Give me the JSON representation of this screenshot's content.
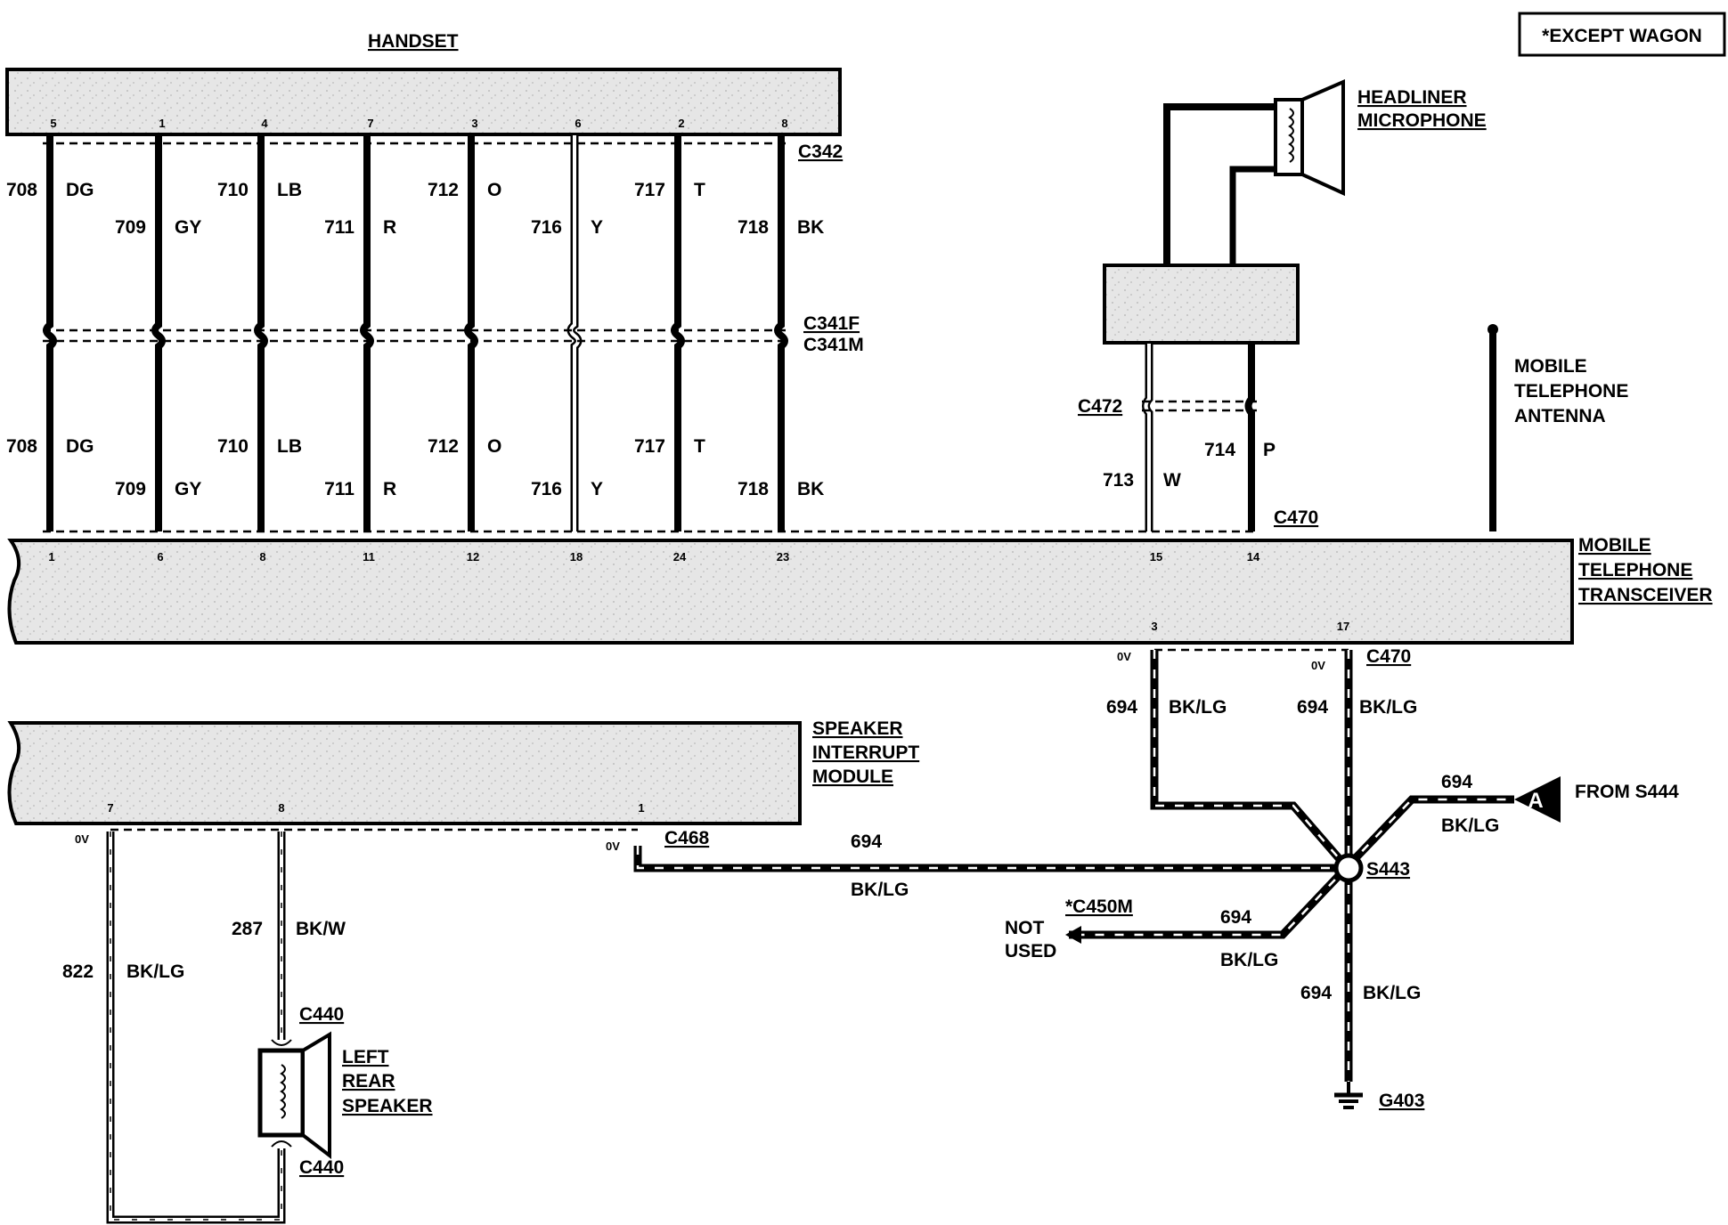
{
  "note": "*EXCEPT WAGON",
  "handset": {
    "title": "HANDSET",
    "pins": [
      "5",
      "1",
      "4",
      "7",
      "3",
      "6",
      "2",
      "8"
    ],
    "connector_top": "C342",
    "connector_f": "C341F",
    "connector_m": "C341M"
  },
  "wires": [
    {
      "circuit": "708",
      "color": "DG"
    },
    {
      "circuit": "709",
      "color": "GY"
    },
    {
      "circuit": "710",
      "color": "LB"
    },
    {
      "circuit": "711",
      "color": "R"
    },
    {
      "circuit": "712",
      "color": "O"
    },
    {
      "circuit": "716",
      "color": "Y"
    },
    {
      "circuit": "717",
      "color": "T"
    },
    {
      "circuit": "718",
      "color": "BK"
    }
  ],
  "transceiver": {
    "title_lines": [
      "MOBILE",
      "TELEPHONE",
      "TRANSCEIVER"
    ],
    "pins_top": [
      "1",
      "6",
      "8",
      "11",
      "12",
      "18",
      "24",
      "23",
      "15",
      "14"
    ],
    "pins_bottom": [
      "3",
      "17"
    ]
  },
  "microphone": {
    "title_lines": [
      "HEADLINER",
      "MICROPHONE"
    ],
    "wire_w": {
      "circuit": "713",
      "color": "W"
    },
    "wire_p": {
      "circuit": "714",
      "color": "P"
    },
    "connector_a": "C472",
    "connector_b": "C470"
  },
  "antenna": {
    "title_lines": [
      "MOBILE",
      "TELEPHONE",
      "ANTENNA"
    ]
  },
  "speaker_module": {
    "title_lines": [
      "SPEAKER",
      "INTERRUPT",
      "MODULE"
    ],
    "pins": [
      "7",
      "8",
      "1"
    ],
    "connector": "C468"
  },
  "left_speaker": {
    "title_lines": [
      "LEFT",
      "REAR",
      "SPEAKER"
    ],
    "connector_top": "C440",
    "connector_bottom": "C440"
  },
  "ground_wires": {
    "voltage": "0V",
    "circuit": "694",
    "color": "BK/LG",
    "speaker_return": {
      "circuit": "822",
      "color": "BK/LG"
    },
    "speaker_feed": {
      "circuit": "287",
      "color": "BK/W"
    },
    "connector_c470": "C470",
    "splice": "S443",
    "from_label": "FROM S444",
    "from_marker": "A",
    "c450m": "*C450M",
    "not_used_lines": [
      "NOT",
      "USED"
    ],
    "ground": "G403"
  },
  "colors": {
    "ink": "#000000",
    "fill": "#e9e9e9",
    "background": "#ffffff"
  }
}
